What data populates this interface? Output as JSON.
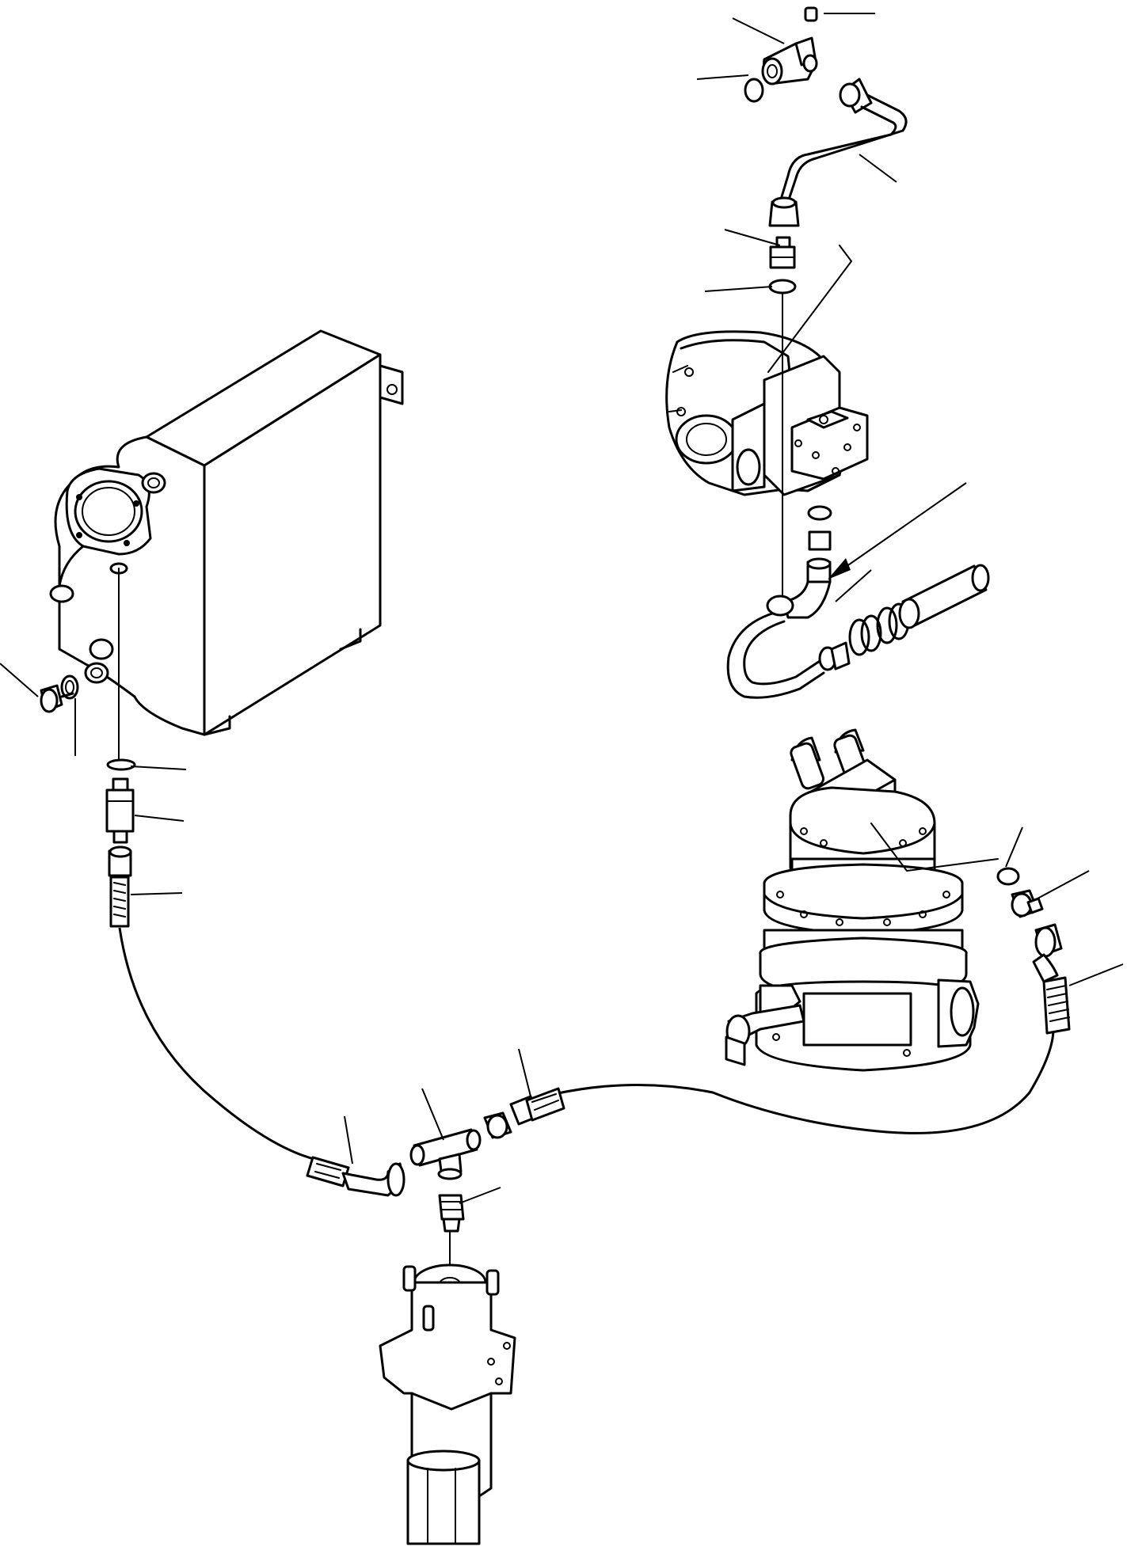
{
  "diagram": {
    "type": "exploded-parts-drawing",
    "background_color": "#ffffff",
    "line_color": "#000000",
    "components": [
      "hydraulic-tank",
      "hydraulic-pump",
      "swing-motor",
      "center-swivel-joint",
      "drain-hose",
      "tee-fitting",
      "elbow-fitting",
      "pipe",
      "o-ring",
      "plug",
      "washer",
      "clamp",
      "adapter"
    ],
    "callout_count": 19
  }
}
